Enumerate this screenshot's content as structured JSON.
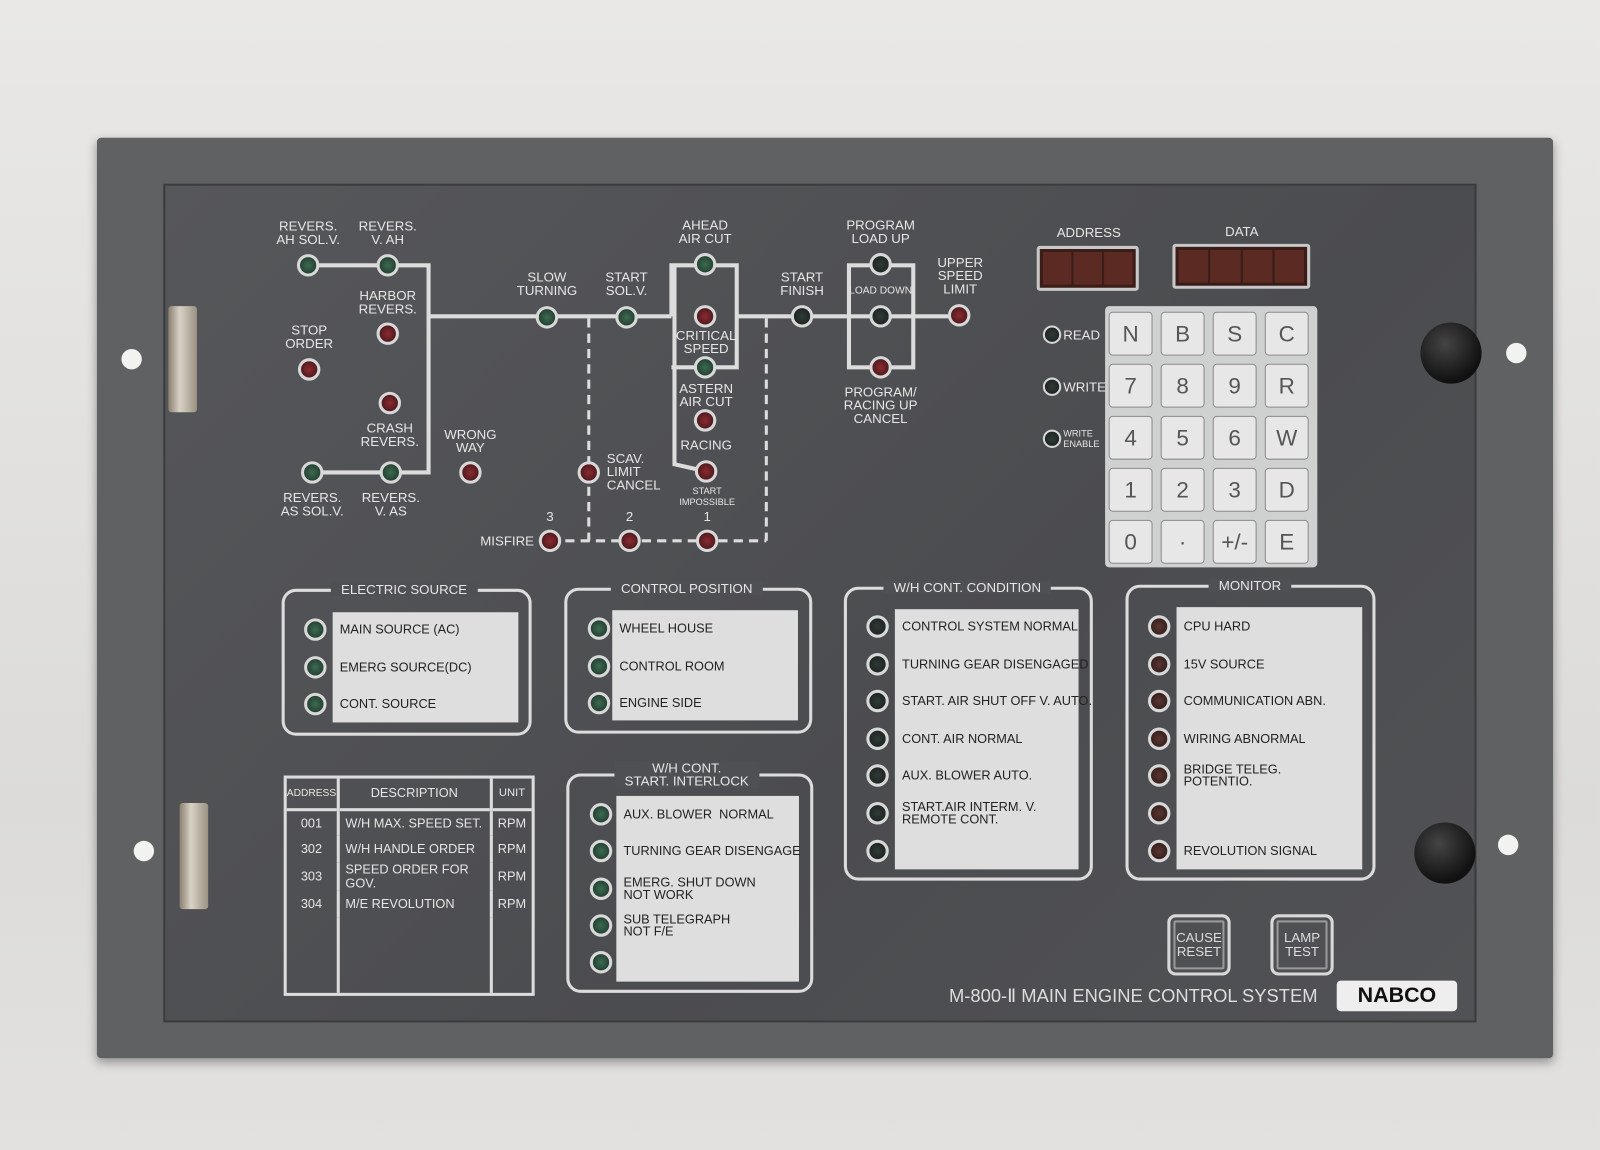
{
  "diagram": [
    {
      "id": "revers-ah-sol-v",
      "label": "REVERS.\nAH SOL.V.",
      "color": "green"
    },
    {
      "id": "revers-v-ah",
      "label": "REVERS.\nV. AH",
      "color": "green"
    },
    {
      "id": "harbor-revers",
      "label": "HARBOR\nREVERS.",
      "color": "red"
    },
    {
      "id": "stop-order",
      "label": "STOP\nORDER",
      "color": "red"
    },
    {
      "id": "crash-revers",
      "label": "CRASH\nREVERS.",
      "color": "red"
    },
    {
      "id": "revers-as-sol-v",
      "label": "REVERS.\nAS SOL.V.",
      "color": "green"
    },
    {
      "id": "revers-v-as",
      "label": "REVERS.\nV. AS",
      "color": "green"
    },
    {
      "id": "wrong-way",
      "label": "WRONG\nWAY",
      "color": "red"
    },
    {
      "id": "slow-turning",
      "label": "SLOW\nTURNING",
      "color": "green"
    },
    {
      "id": "start-sol-v",
      "label": "START\nSOL.V.",
      "color": "green"
    },
    {
      "id": "ahead-air-cut",
      "label": "AHEAD\nAIR CUT",
      "color": "green"
    },
    {
      "id": "critical-speed",
      "label": "CRITICAL\nSPEED",
      "color": "red"
    },
    {
      "id": "astern-air-cut",
      "label": "ASTERN\nAIR CUT",
      "color": "green"
    },
    {
      "id": "racing",
      "label": "RACING",
      "color": "red"
    },
    {
      "id": "start-impossible",
      "label": "START\nIMPOSSIBLE",
      "color": "red"
    },
    {
      "id": "scav-limit-cancel",
      "label": "SCAV.\nLIMIT\nCANCEL",
      "color": "red"
    },
    {
      "id": "misfire-3",
      "label": "3",
      "color": "red"
    },
    {
      "id": "misfire-2",
      "label": "2",
      "color": "red"
    },
    {
      "id": "misfire-1",
      "label": "1",
      "color": "red"
    },
    {
      "id": "start-finish",
      "label": "START\nFINISH",
      "color": "dark"
    },
    {
      "id": "program-load-up",
      "label": "PROGRAM\nLOAD UP",
      "color": "dark"
    },
    {
      "id": "load-down",
      "label": "LOAD DOWN",
      "color": "dark"
    },
    {
      "id": "program-racing-up-cancel",
      "label": "PROGRAM/\nRACING UP\nCANCEL",
      "color": "red"
    },
    {
      "id": "upper-speed-limit",
      "label": "UPPER\nSPEED\nLIMIT",
      "color": "red"
    }
  ],
  "misfire_label": "MISFIRE",
  "address_label": "ADDRESS",
  "data_label": "DATA",
  "mode_lamps": [
    {
      "label": "READ"
    },
    {
      "label": "WRITE"
    },
    {
      "label": "WRITE\nENABLE"
    }
  ],
  "keypad": [
    "N",
    "B",
    "S",
    "C",
    "7",
    "8",
    "9",
    "R",
    "4",
    "5",
    "6",
    "W",
    "1",
    "2",
    "3",
    "D",
    "0",
    "·",
    "+/-",
    "E"
  ],
  "groups": {
    "electric_source": {
      "title": "ELECTRIC SOURCE",
      "items": [
        "MAIN SOURCE (AC)",
        "EMERG SOURCE(DC)",
        "CONT. SOURCE"
      ],
      "color": "green"
    },
    "control_position": {
      "title": "CONTROL POSITION",
      "items": [
        "WHEEL HOUSE",
        "CONTROL ROOM",
        "ENGINE SIDE"
      ],
      "color": "green"
    },
    "wh_cont_condition": {
      "title": "W/H CONT. CONDITION",
      "items": [
        "CONTROL SYSTEM NORMAL",
        "TURNING GEAR DISENGAGED",
        "START. AIR SHUT OFF V. AUTO.",
        "CONT. AIR NORMAL",
        "AUX. BLOWER AUTO.",
        "START.AIR INTERM. V.\nREMOTE CONT.",
        ""
      ],
      "color": "dark"
    },
    "monitor": {
      "title": "MONITOR",
      "items": [
        "CPU HARD",
        "15V SOURCE",
        "COMMUNICATION ABN.",
        "WIRING ABNORMAL",
        "BRIDGE TELEG.\nPOTENTIO.",
        "",
        "REVOLUTION SIGNAL"
      ],
      "color": "brown"
    },
    "start_interlock": {
      "title": "W/H CONT.\nSTART. INTERLOCK",
      "items": [
        "AUX. BLOWER  NORMAL",
        "TURNING GEAR DISENGAGE",
        "EMERG. SHUT DOWN\nNOT WORK",
        "SUB TELEGRAPH\nNOT F/E",
        ""
      ],
      "color": "green"
    }
  },
  "table": {
    "headers": [
      "ADDRESS",
      "DESCRIPTION",
      "UNIT"
    ],
    "rows": [
      [
        "001",
        "W/H MAX. SPEED SET.",
        "RPM"
      ],
      [
        "302",
        "W/H HANDLE ORDER",
        "RPM"
      ],
      [
        "303",
        "SPEED ORDER FOR GOV.",
        "RPM"
      ],
      [
        "304",
        "M/E REVOLUTION",
        "RPM"
      ]
    ]
  },
  "buttons": {
    "cause_reset": "CAUSE\nRESET",
    "lamp_test": "LAMP\nTEST"
  },
  "footer": {
    "system_name": "M-800-Ⅱ MAIN ENGINE CONTROL SYSTEM",
    "brand": "NABCO"
  }
}
